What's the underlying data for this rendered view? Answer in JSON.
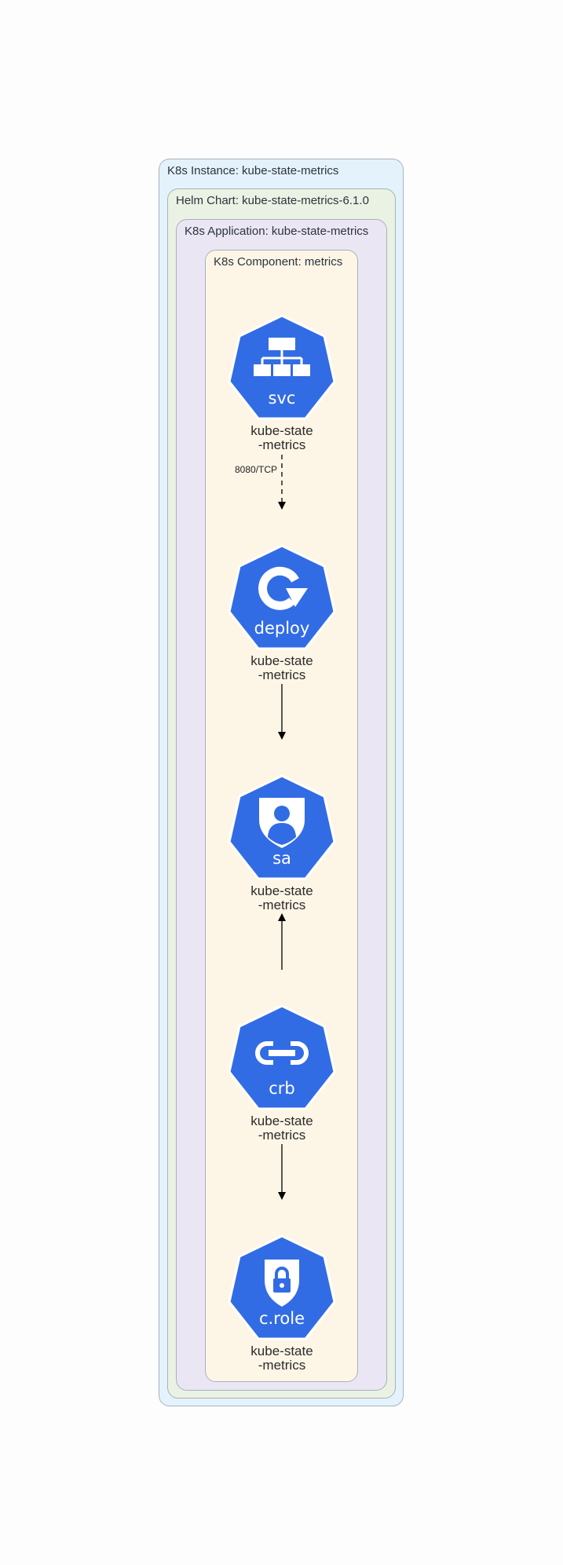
{
  "clusters": {
    "instance": "K8s Instance: kube-state-metrics",
    "helm": "Helm Chart: kube-state-metrics-6.1.0",
    "application": "K8s Application: kube-state-metrics",
    "component": "K8s Component: metrics"
  },
  "nodes": [
    {
      "kind": "svc",
      "icon": "service-icon",
      "name_line1": "kube-state",
      "name_line2": "-metrics"
    },
    {
      "kind": "deploy",
      "icon": "deployment-icon",
      "name_line1": "kube-state",
      "name_line2": "-metrics"
    },
    {
      "kind": "sa",
      "icon": "service-account-icon",
      "name_line1": "kube-state",
      "name_line2": "-metrics"
    },
    {
      "kind": "crb",
      "icon": "cluster-role-binding-icon",
      "name_line1": "kube-state",
      "name_line2": "-metrics"
    },
    {
      "kind": "c.role",
      "icon": "cluster-role-icon",
      "name_line1": "kube-state",
      "name_line2": "-metrics"
    }
  ],
  "edges": [
    {
      "from": "svc",
      "to": "deploy",
      "label": "8080/TCP",
      "style": "dashed"
    },
    {
      "from": "deploy",
      "to": "sa",
      "label": "",
      "style": "solid"
    },
    {
      "from": "crb",
      "to": "sa",
      "label": "",
      "style": "solid"
    },
    {
      "from": "crb",
      "to": "c.role",
      "label": "",
      "style": "solid"
    }
  ],
  "colors": {
    "node_fill": "#326ce5",
    "node_glyph": "#ffffff",
    "edge": "#000000"
  }
}
